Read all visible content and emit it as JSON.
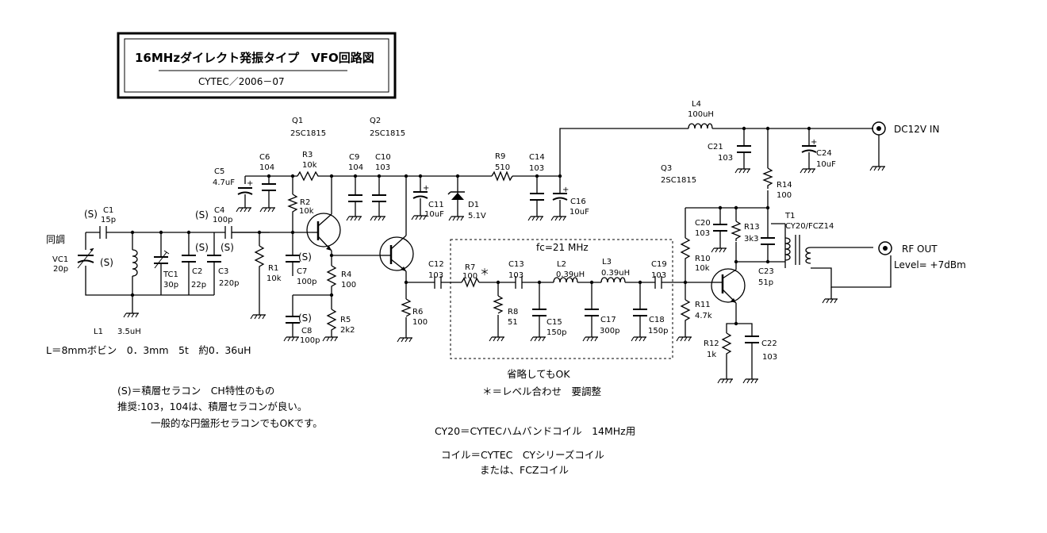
{
  "title_block": {
    "title": "16MHzダイレクト発振タイプ　VFO回路図",
    "subtitle": "CYTEC／2006－07"
  },
  "parts": {
    "vc1_name": "VC1",
    "vc1_val": "20p",
    "tuning_label": "同調",
    "c1_name": "C1",
    "c1_val": "15p",
    "c1_s": "(S)",
    "l1_s": "(S)",
    "l1_name": "L1",
    "l1_val": "3.5uH",
    "tc1_name": "TC1",
    "tc1_val": "30p",
    "c2_name": "C2",
    "c2_val": "22p",
    "c2_s": "(S)",
    "c3_name": "C3",
    "c3_val": "220p",
    "c3_s": "(S)",
    "c4_name": "C4",
    "c4_val": "100p",
    "c4_s": "(S)",
    "c5_name": "C5",
    "c5_val": "4.7uF",
    "c6_name": "C6",
    "c6_val": "104",
    "r1_name": "R1",
    "r1_val": "10k",
    "r2_name": "R2",
    "r2_val": "10k",
    "r3_name": "R3",
    "r3_val": "10k",
    "c7_name": "C7",
    "c7_val": "100p",
    "c7_s": "(S)",
    "c8_name": "C8",
    "c8_val": "100p",
    "c8_s": "(S)",
    "r4_name": "R4",
    "r4_val": "100",
    "r5_name": "R5",
    "r5_val": "2k2",
    "q1_name": "Q1",
    "q1_val": "2SC1815",
    "q2_name": "Q2",
    "q2_val": "2SC1815",
    "q3_name": "Q3",
    "q3_val": "2SC1815",
    "c9_name": "C9",
    "c9_val": "104",
    "c10_name": "C10",
    "c10_val": "103",
    "c11_name": "C11",
    "c11_val": "10uF",
    "d1_name": "D1",
    "d1_val": "5.1V",
    "r9_name": "R9",
    "r9_val": "510",
    "c14_name": "C14",
    "c14_val": "103",
    "c16_name": "C16",
    "c16_val": "10uF",
    "l4_name": "L4",
    "l4_val": "100uH",
    "c21_name": "C21",
    "c21_val": "103",
    "c24_name": "C24",
    "c24_val": "10uF",
    "dc_label": "DC12V IN",
    "r14_name": "R14",
    "r14_val": "100",
    "c20_name": "C20",
    "c20_val": "103",
    "r13_name": "R13",
    "r13_val": "3k3",
    "t1_name": "T1",
    "t1_val": "CY20/FCZ14",
    "rf_label": "RF OUT",
    "level_label": "Level= +7dBm",
    "c23_name": "C23",
    "c23_val": "51p",
    "r10_name": "R10",
    "r10_val": "10k",
    "r11_name": "R11",
    "r11_val": "4.7k",
    "r12_name": "R12",
    "r12_val": "1k",
    "c22_name": "C22",
    "c22_val": "103",
    "r6_name": "R6",
    "r6_val": "100",
    "c12_name": "C12",
    "c12_val": "103",
    "fc_label": "fc=21 MHz",
    "r7_name": "R7",
    "r7_val": "100",
    "r7_mark": "＊",
    "r8_name": "R8",
    "r8_val": "51",
    "c13_name": "C13",
    "c13_val": "103",
    "l2_name": "L2",
    "l2_val": "0.39uH",
    "l3_name": "L3",
    "l3_val": "0.39uH",
    "c15_name": "C15",
    "c15_val": "150p",
    "c17_name": "C17",
    "c17_val": "300p",
    "c18_name": "C18",
    "c18_val": "150p",
    "c19_name": "C19",
    "c19_val": "103"
  },
  "notes": {
    "l_spec": "L＝8mmボビン　0．3mm　5t　約0．36uH",
    "s_def": "(S)＝積層セラコン　CH特性のもの",
    "recommend1": "推奨:103，104は、積層セラコンが良い。",
    "recommend2": "一般的な円盤形セラコンでもOKです。",
    "omit": "省略してもOK",
    "level_adjust": "＊＝レベル合わせ　要調整",
    "cy20": "CY20＝CYTECハムバンドコイル　14MHz用",
    "coil1": "コイル＝CYTEC　CYシリーズコイル",
    "coil2": "または、FCZコイル"
  }
}
